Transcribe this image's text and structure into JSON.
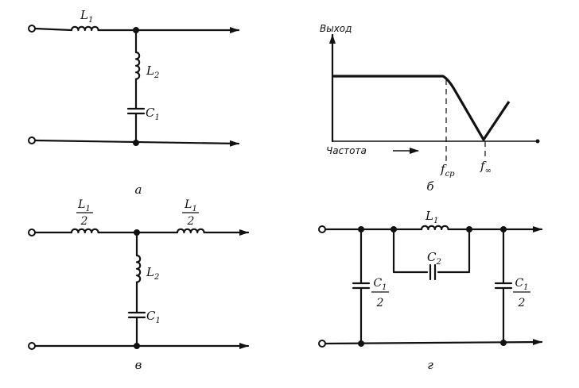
{
  "panels": {
    "a": {
      "caption": "а",
      "inductor_series": {
        "base": "L",
        "sub": "1"
      },
      "inductor_shunt": {
        "base": "L",
        "sub": "2"
      },
      "capacitor_shunt": {
        "base": "C",
        "sub": "1"
      }
    },
    "b": {
      "caption": "б",
      "y_label": "Выход",
      "x_label": "Частота",
      "cutoff": {
        "base": "f",
        "sub": "ср"
      },
      "infinity": {
        "base": "f",
        "sub": "∞"
      }
    },
    "v": {
      "caption": "в",
      "inductor_left": {
        "base": "L",
        "sub": "1",
        "den": "2"
      },
      "inductor_right": {
        "base": "L",
        "sub": "1",
        "den": "2"
      },
      "inductor_shunt": {
        "base": "L",
        "sub": "2"
      },
      "capacitor_shunt": {
        "base": "C",
        "sub": "1"
      }
    },
    "g": {
      "caption": "г",
      "capacitor_left": {
        "base": "C",
        "sub": "1",
        "den": "2"
      },
      "inductor_series": {
        "base": "L",
        "sub": "1"
      },
      "capacitor_parallel": {
        "base": "C",
        "sub": "2"
      },
      "capacitor_right": {
        "base": "C",
        "sub": "1",
        "den": "2"
      }
    }
  }
}
